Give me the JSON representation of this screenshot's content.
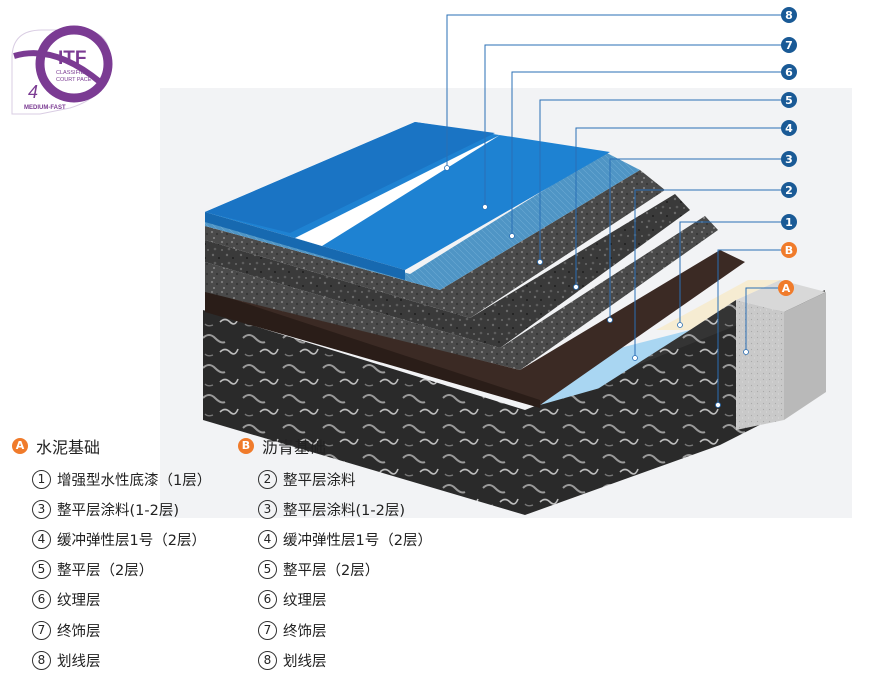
{
  "logo": {
    "brand": "ITF",
    "line1": "CLASSIFIED",
    "line2": "COURT PACE",
    "category": "4",
    "pace": "MEDIUM-FAST"
  },
  "callouts": [
    "8",
    "7",
    "6",
    "5",
    "4",
    "3",
    "2",
    "1",
    "B",
    "A"
  ],
  "legend": {
    "cement": {
      "marker": "A",
      "title": "水泥基础",
      "items": [
        {
          "num": "1",
          "label": "增强型水性底漆（1层）"
        },
        {
          "num": "3",
          "label": "整平层涂料(1-2层)"
        },
        {
          "num": "4",
          "label": "缓冲弹性层1号（2层）"
        },
        {
          "num": "5",
          "label": "整平层（2层）"
        },
        {
          "num": "6",
          "label": "纹理层"
        },
        {
          "num": "7",
          "label": "终饰层"
        },
        {
          "num": "8",
          "label": "划线层"
        }
      ]
    },
    "asphalt": {
      "marker": "B",
      "title": "沥青基础",
      "items": [
        {
          "num": "2",
          "label": "整平层涂料"
        },
        {
          "num": "3",
          "label": "整平层涂料(1-2层)"
        },
        {
          "num": "4",
          "label": "缓冲弹性层1号（2层）"
        },
        {
          "num": "5",
          "label": "整平层（2层）"
        },
        {
          "num": "6",
          "label": "纹理层"
        },
        {
          "num": "7",
          "label": "终饰层"
        },
        {
          "num": "8",
          "label": "划线层"
        }
      ]
    }
  },
  "colors": {
    "badge_blue": "#1a5a96",
    "badge_orange": "#f07b2b",
    "finish_blue": "#1e82d2",
    "texture_blue": "#3f8fc4",
    "logo_purple": "#7b3b93"
  }
}
